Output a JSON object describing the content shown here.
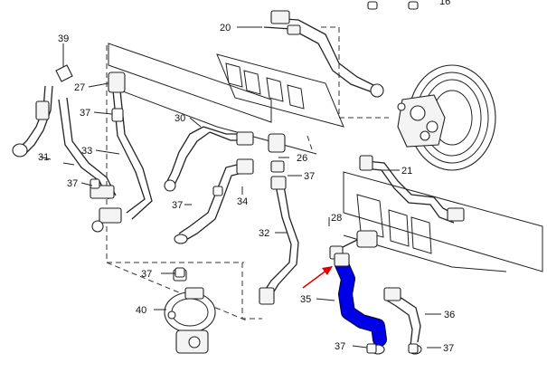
{
  "diagram": {
    "highlight_color": "#0000e6",
    "arrow_color": "#e00000",
    "labels": [
      {
        "id": "p39",
        "text": "39"
      },
      {
        "id": "p27",
        "text": "27"
      },
      {
        "id": "p37a",
        "text": "37"
      },
      {
        "id": "p33",
        "text": "33"
      },
      {
        "id": "p31",
        "text": "31"
      },
      {
        "id": "p37b",
        "text": "37"
      },
      {
        "id": "p20",
        "text": "20"
      },
      {
        "id": "p30",
        "text": "30"
      },
      {
        "id": "p26",
        "text": "26"
      },
      {
        "id": "p37c",
        "text": "37"
      },
      {
        "id": "p34",
        "text": "34"
      },
      {
        "id": "p37d",
        "text": "37"
      },
      {
        "id": "p21",
        "text": "21"
      },
      {
        "id": "p32",
        "text": "32"
      },
      {
        "id": "p28",
        "text": "28"
      },
      {
        "id": "p37e",
        "text": "37"
      },
      {
        "id": "p40",
        "text": "40"
      },
      {
        "id": "p35",
        "text": "35"
      },
      {
        "id": "p36",
        "text": "36"
      },
      {
        "id": "p37f",
        "text": "37"
      },
      {
        "id": "p37g",
        "text": "37"
      },
      {
        "id": "p16",
        "text": "16"
      }
    ]
  }
}
